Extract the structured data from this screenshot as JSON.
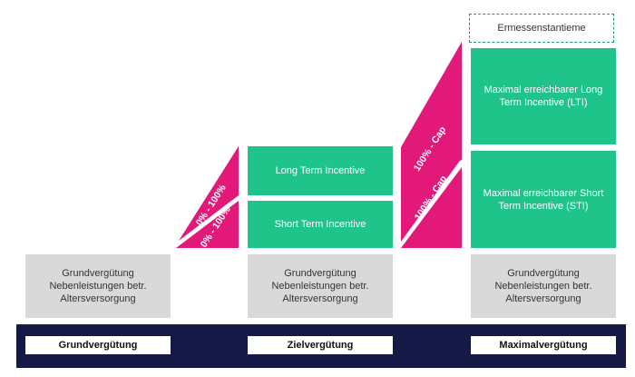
{
  "colors": {
    "grey": "#d9d9d9",
    "green": "#1ec489",
    "magenta": "#e3197a",
    "navy": "#141a45"
  },
  "columns": [
    {
      "footer": "Grundvergütung",
      "base_lines": [
        "Grundvergütung",
        "Nebenleistungen betr.",
        "Altersversorgung"
      ]
    },
    {
      "footer": "Zielvergütung",
      "base_lines": [
        "Grundvergütung",
        "Nebenleistungen betr.",
        "Altersversorgung"
      ],
      "sti": "Short Term Incentive",
      "lti": "Long Term Incentive",
      "ramp_lower": "0% - 100%",
      "ramp_upper": "0% - 100%"
    },
    {
      "footer": "Maximalvergütung",
      "base_lines": [
        "Grundvergütung",
        "Nebenleistungen betr.",
        "Altersversorgung"
      ],
      "sti_lines": [
        "Maximal erreichbarer Short",
        "Term Incentive (STI)"
      ],
      "lti_lines": [
        "Maximal erreichbarer Long",
        "Term Incentive (LTI)"
      ],
      "discretionary": "Ermessenstantieme",
      "ramp_lower": "100% - Cap",
      "ramp_upper": "100% - Cap"
    }
  ]
}
